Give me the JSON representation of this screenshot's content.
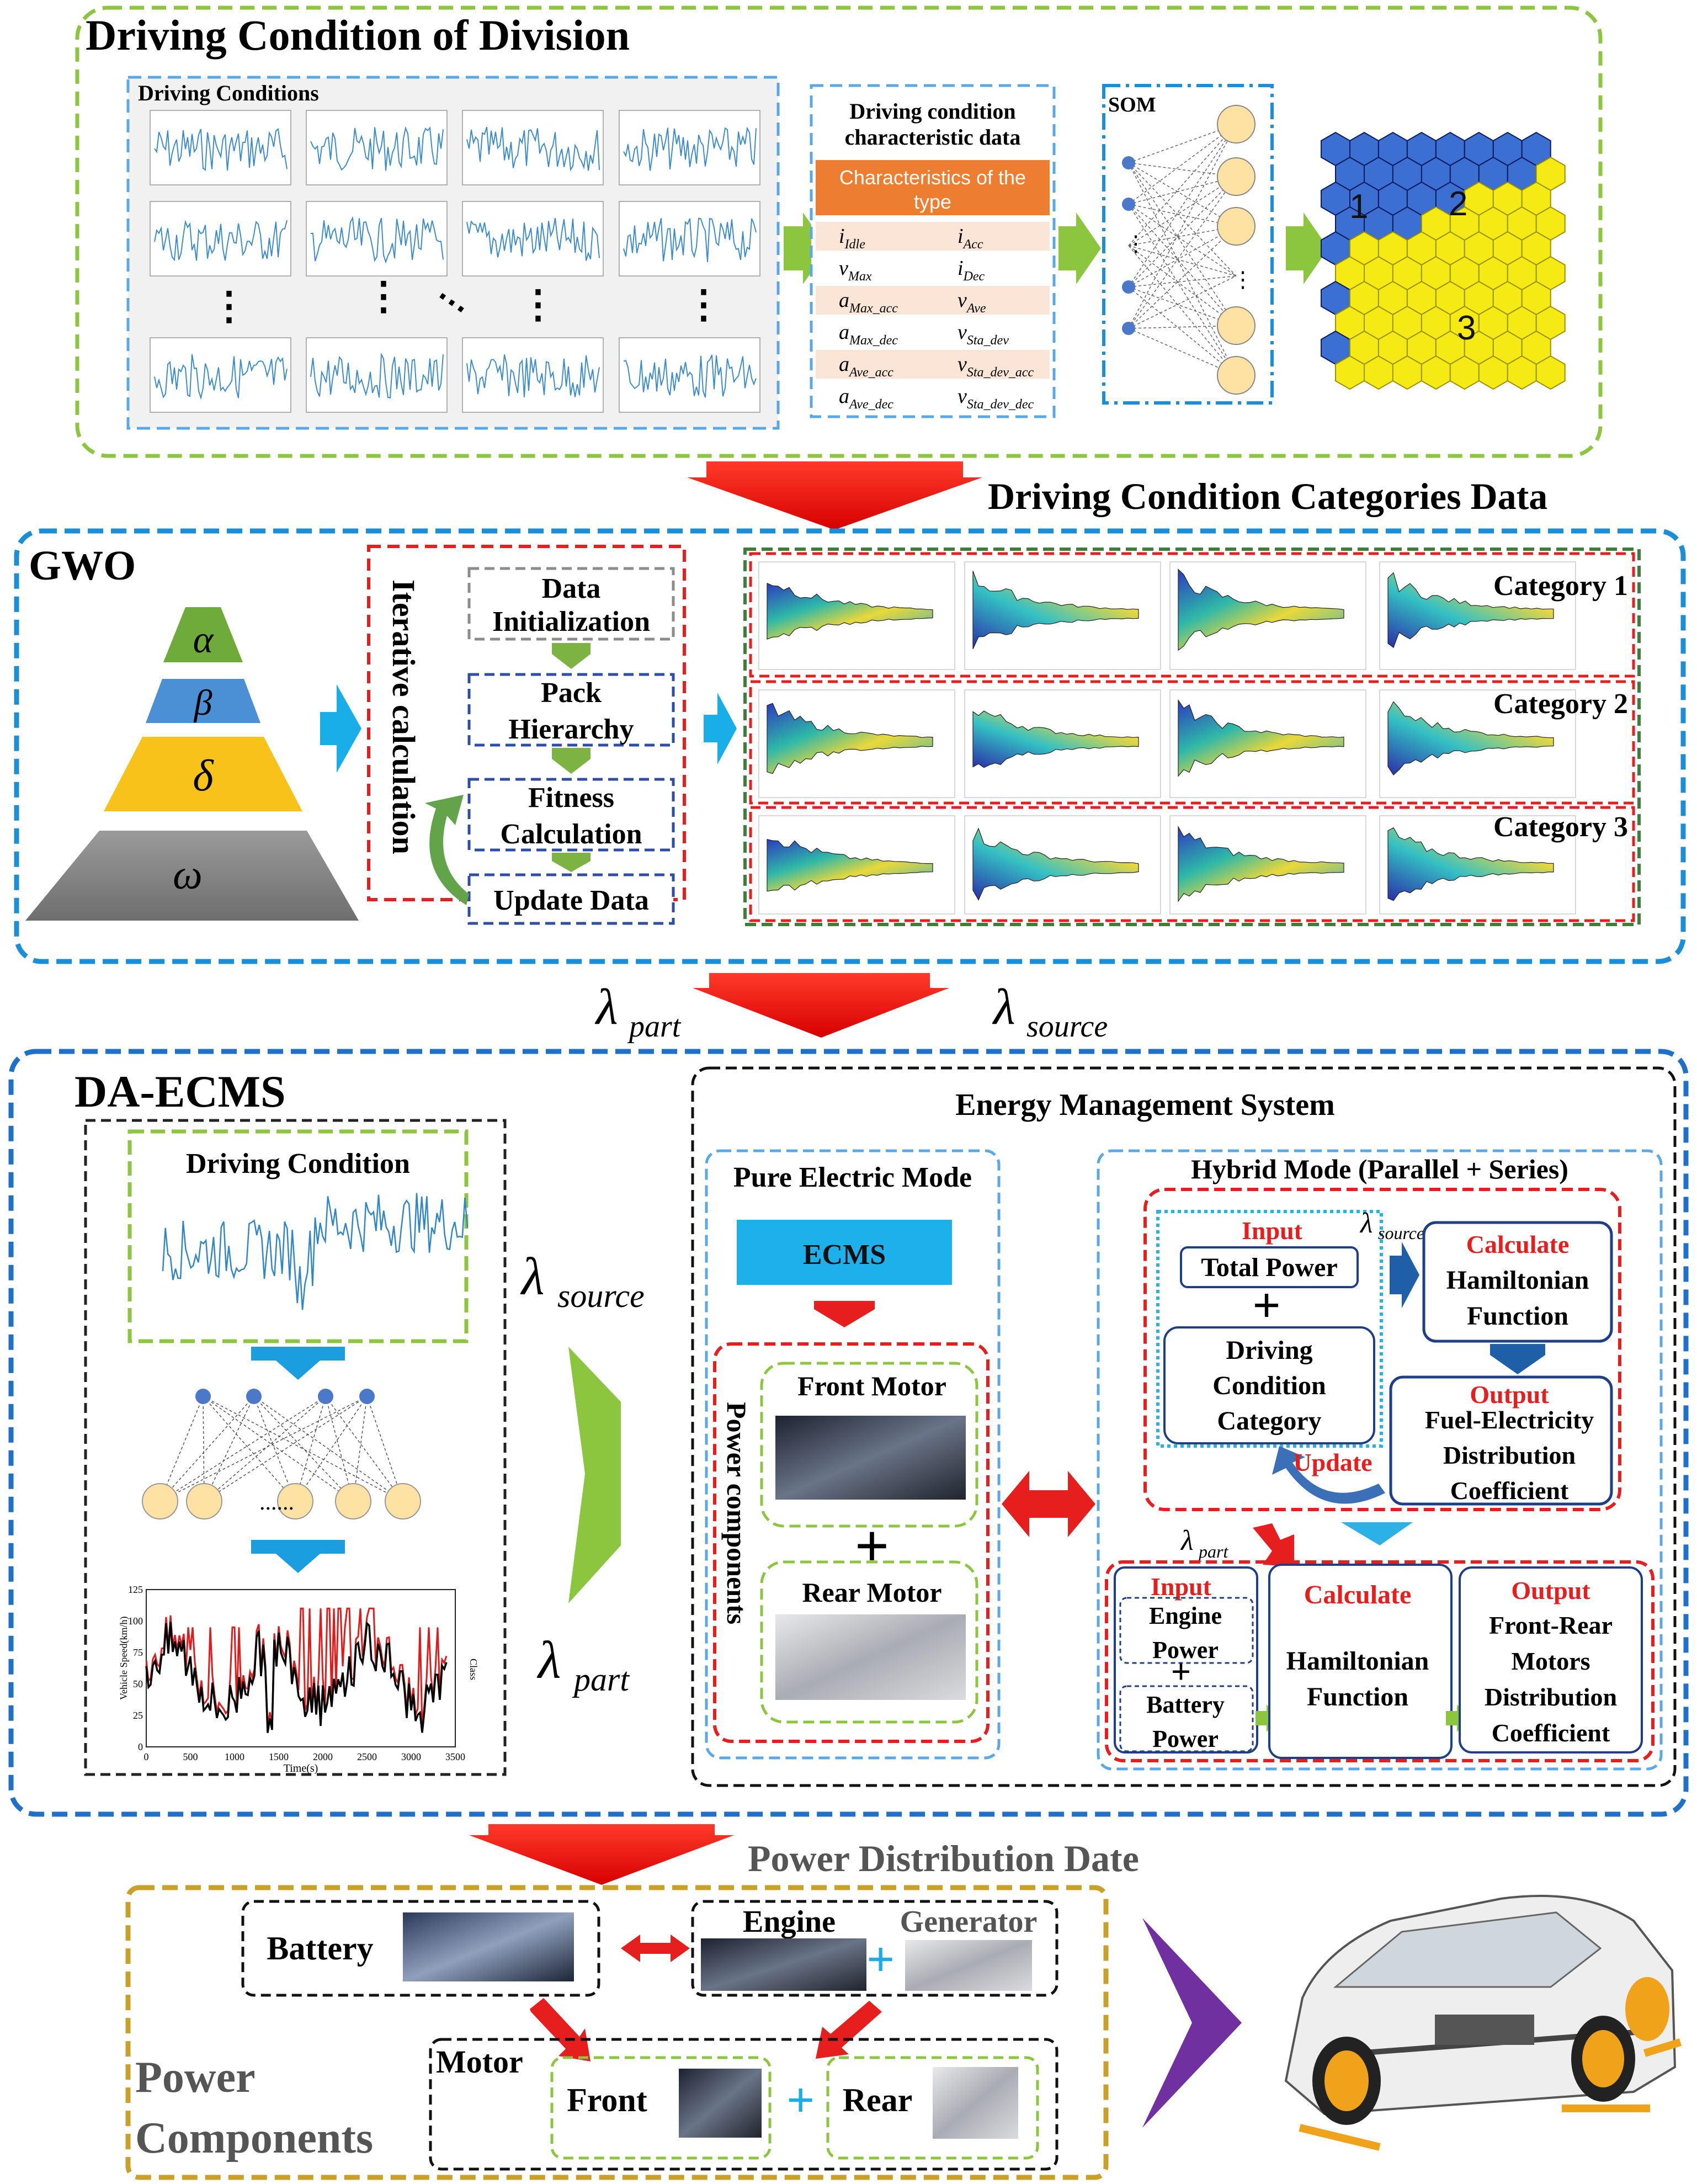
{
  "colors": {
    "green": "#8cc63f",
    "blue": "#1a8fd8",
    "red": "#e61e1e",
    "navy": "#1f3e8a",
    "gold": "#c9a02a",
    "orange": "#ed7d31",
    "yellow": "#f5ea14",
    "hexblue": "#3b6fd1",
    "cyan": "#19b4ec",
    "purple": "#7030a0",
    "neuron": "#fde2a4"
  },
  "section1": {
    "title": "Driving Condition of Division",
    "panel_label": "Driving Conditions",
    "char_title": [
      "Driving condition",
      "characteristic data"
    ],
    "char_header": [
      "Characteristics of the",
      "type"
    ],
    "params": [
      [
        "i",
        "Idle",
        "i",
        "Acc"
      ],
      [
        "v",
        "Max",
        "i",
        "Dec"
      ],
      [
        "a",
        "Max_acc",
        "v",
        "Ave"
      ],
      [
        "a",
        "Max_dec",
        "v",
        "Sta_dev"
      ],
      [
        "a",
        "Ave_acc",
        "v",
        "Sta_dev_acc"
      ],
      [
        "a",
        "Ave_dec",
        "v",
        "Sta_dev_dec"
      ]
    ],
    "som_label": "SOM",
    "clusters": [
      "1",
      "2",
      "3"
    ]
  },
  "arrow1_label": "Driving Condition Categories Data",
  "section2": {
    "title": "GWO",
    "greek": [
      "α",
      "β",
      "δ",
      "ω"
    ],
    "iterative_label": "Iterative calculation",
    "steps": [
      [
        "Data",
        "Initialization"
      ],
      [
        "Pack",
        "Hierarchy"
      ],
      [
        "Fitness",
        "Calculation"
      ],
      [
        "Update Data"
      ]
    ],
    "categories": [
      "Category 1",
      "Category 2",
      "Category 3"
    ]
  },
  "arrow2": {
    "left_sym": "λ",
    "left_sub": "part",
    "right_sym": "λ",
    "right_sub": "source"
  },
  "section3": {
    "title": "DA-ECMS",
    "driving_condition": "Driving Condition",
    "chart_y_left": "Vehicle Speed(km/h)",
    "chart_y_right": "Class",
    "chart_x": "Time(s)",
    "chart_xticks": [
      "0",
      "500",
      "1000",
      "1500",
      "2000",
      "2500",
      "3000",
      "3500"
    ],
    "chart_yticks": [
      "0",
      "25",
      "50",
      "75",
      "100",
      "125"
    ],
    "dots": "......",
    "lambda_source": {
      "sym": "λ",
      "sub": "source"
    },
    "lambda_part": {
      "sym": "λ",
      "sub": "part"
    },
    "ems_title": "Energy Management System",
    "pure_electric": "Pure Electric Mode",
    "ecms": "ECMS",
    "power_components_vertical": "Power components",
    "front_motor": "Front Motor",
    "rear_motor": "Rear Motor",
    "plus": "+",
    "hybrid_title": "Hybrid Mode (Parallel + Series)",
    "input": "Input",
    "total_power": "Total Power",
    "driving_condition_category": [
      "Driving",
      "Condition",
      "Category"
    ],
    "calculate": "Calculate",
    "hamiltonian": [
      "Hamiltonian",
      "Function"
    ],
    "output": "Output",
    "fuel_electricity": [
      "Fuel-Electricity",
      "Distribution",
      "Coefficient"
    ],
    "update": "Update",
    "engine_power": [
      "Engine",
      "Power"
    ],
    "battery_power": [
      "Battery",
      "Power"
    ],
    "front_rear": [
      "Front-Rear",
      "Motors",
      "Distribution",
      "Coefficient"
    ]
  },
  "arrow3_label": "Power Distribution Date",
  "section4": {
    "title": [
      "Power",
      "Components"
    ],
    "battery": "Battery",
    "engine": "Engine",
    "generator": "Generator",
    "motor": "Motor",
    "front": "Front",
    "rear": "Rear",
    "plus": "+"
  }
}
